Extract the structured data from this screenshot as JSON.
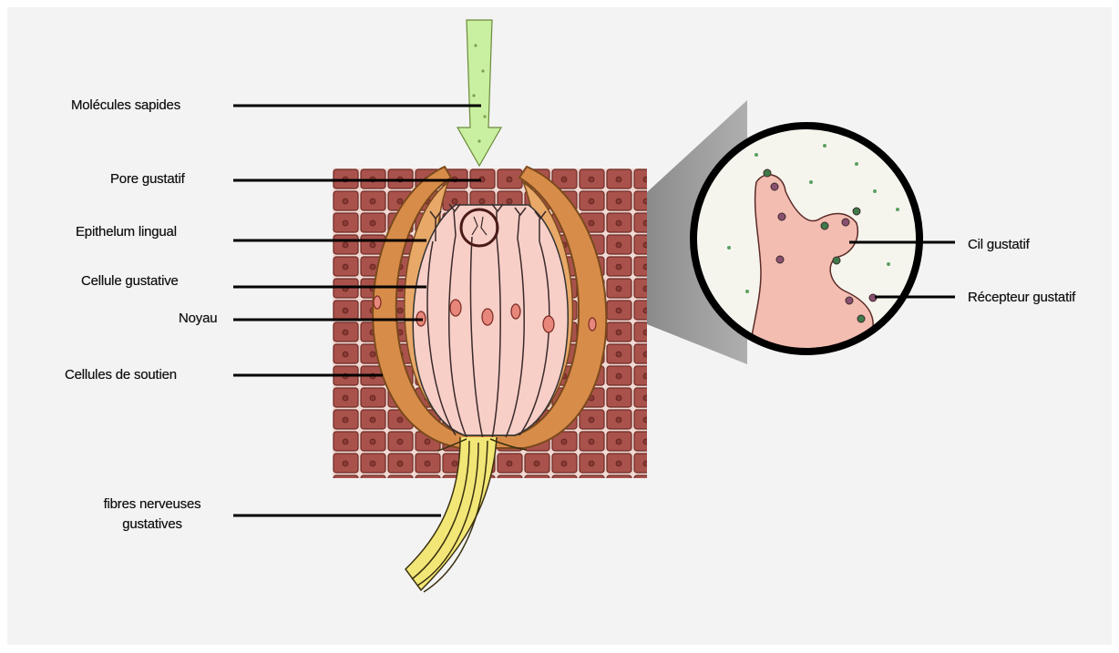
{
  "labels": {
    "molecules": "Molécules sapides",
    "pore": "Pore gustatif",
    "epithelium": "Epithelum lingual",
    "taste_cell": "Cellule gustative",
    "nucleus": "Noyau",
    "support_cells": "Cellules de soutien",
    "nerve_line1": "fibres nerveuses",
    "nerve_line2": "gustatives",
    "cilium": "Cil gustatif",
    "receptor": "Récepteur gustatif"
  },
  "colors": {
    "brick": "#a9524b",
    "brick_dark": "#6e2a26",
    "bud_outer": "#d88c4a",
    "taste_cell_fill": "#f7cfc7",
    "nerve": "#f2e676",
    "arrow": "#c9f0a0",
    "zoom_bg": "#f5f5ee",
    "leader_line": "#000000"
  }
}
